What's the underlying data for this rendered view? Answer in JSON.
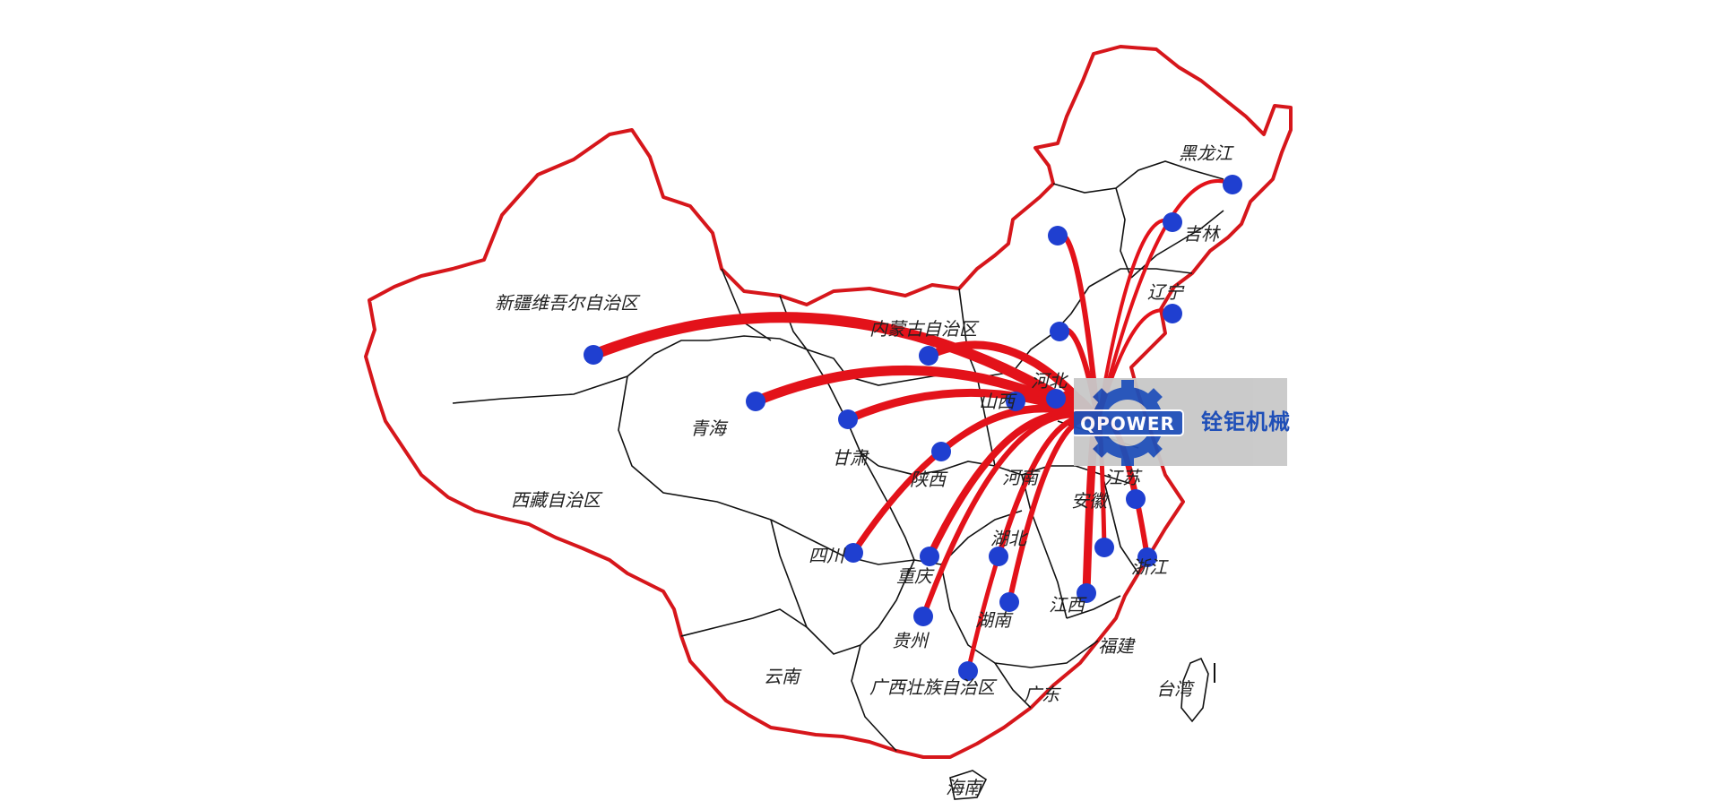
{
  "map": {
    "provinces": [
      "新疆维吾尔自治区",
      "内蒙古自治区",
      "黑龙江",
      "吉林",
      "辽宁",
      "青海",
      "西藏自治区",
      "甘肃",
      "陕西",
      "山西",
      "河北",
      "河南",
      "江苏",
      "安徽",
      "湖北",
      "四川",
      "重庆",
      "浙江",
      "江西",
      "湖南",
      "贵州",
      "福建",
      "云南",
      "广西壮族自治区",
      "广东",
      "台湾",
      "海南"
    ],
    "colors": {
      "border": "#d6161b",
      "route": "#e3121a",
      "marker": "#1f3fd0",
      "internal": "#111111"
    }
  },
  "brand": {
    "logo_text": "QPOWER",
    "name_text": "铨钜机械",
    "logo_icon": "gear-icon"
  }
}
